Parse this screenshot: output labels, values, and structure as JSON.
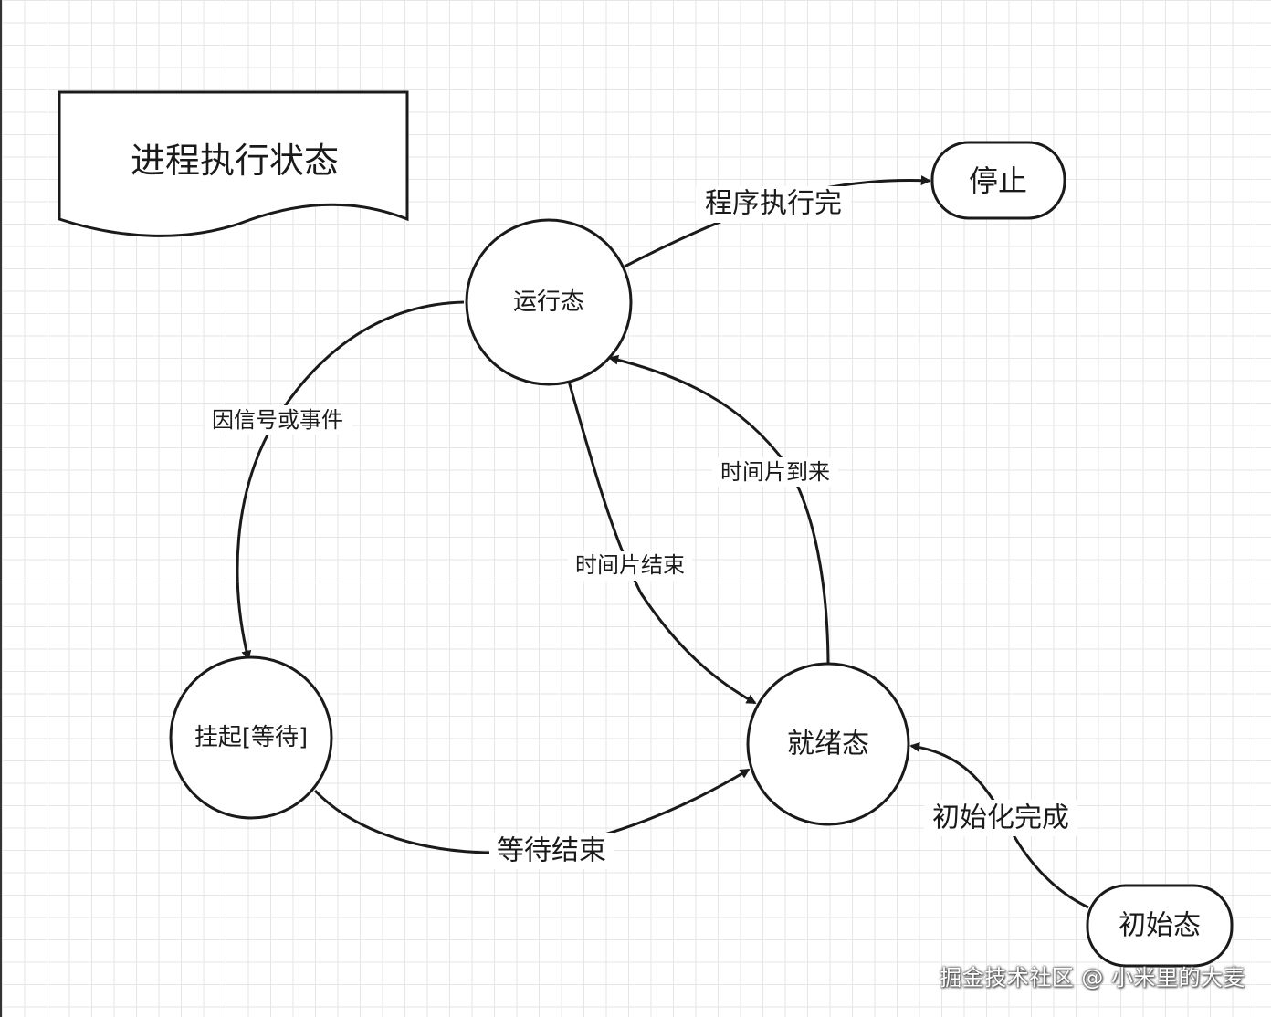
{
  "title": "进程执行状态",
  "nodes": {
    "running": "运行态",
    "stopped": "停止",
    "suspended": "挂起[等待]",
    "ready": "就绪态",
    "initial": "初始态"
  },
  "edges": {
    "program_done": "程序执行完",
    "signal_event": "因信号或事件",
    "slice_end": "时间片结束",
    "slice_arrive": "时间片到来",
    "wait_end": "等待结束",
    "init_done": "初始化完成"
  },
  "watermark": "掘金技术社区 @ 小米里的大麦"
}
